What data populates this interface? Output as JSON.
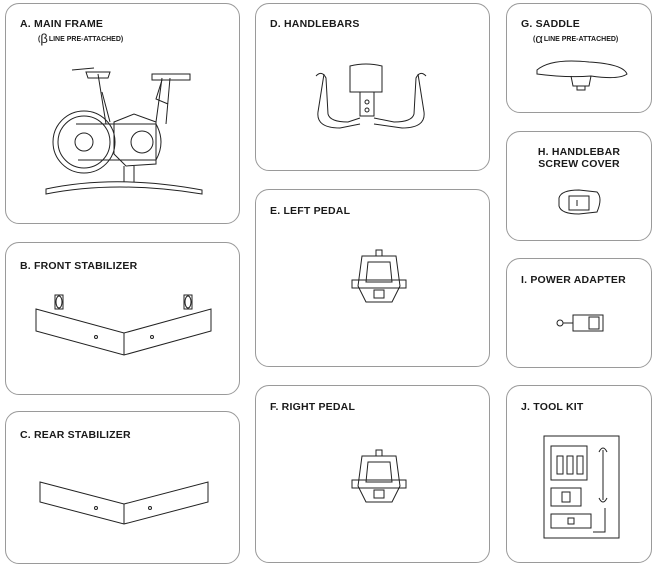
{
  "parts": {
    "a": {
      "title": "A. MAIN FRAME",
      "sub_open": "(",
      "sub_greek": "β",
      "sub_text": "LINE PRE-ATTACHED)"
    },
    "b": {
      "title": "B. FRONT STABILIZER"
    },
    "c": {
      "title": "C. REAR STABILIZER"
    },
    "d": {
      "title": "D. HANDLEBARS"
    },
    "e": {
      "title": "E. LEFT PEDAL"
    },
    "f": {
      "title": "F. RIGHT PEDAL"
    },
    "g": {
      "title": "G. SADDLE",
      "sub_open": "(",
      "sub_greek": "α",
      "sub_text": "LINE PRE-ATTACHED)"
    },
    "h": {
      "title_line1": "H. HANDLEBAR",
      "title_line2": "SCREW COVER"
    },
    "i": {
      "title": "I. POWER ADAPTER"
    },
    "j": {
      "title": "J. TOOL KIT"
    }
  },
  "icons": {
    "main_frame": "exercise-bike-frame-drawing",
    "front_stabilizer": "v-shaped-stabilizer-with-wheels-drawing",
    "rear_stabilizer": "v-shaped-stabilizer-drawing",
    "handlebars": "handlebars-drawing",
    "left_pedal": "pedal-drawing",
    "right_pedal": "pedal-drawing",
    "saddle": "saddle-drawing",
    "screw_cover": "screw-cover-drawing",
    "power_adapter": "power-adapter-drawing",
    "tool_kit": "tool-kit-drawing"
  }
}
